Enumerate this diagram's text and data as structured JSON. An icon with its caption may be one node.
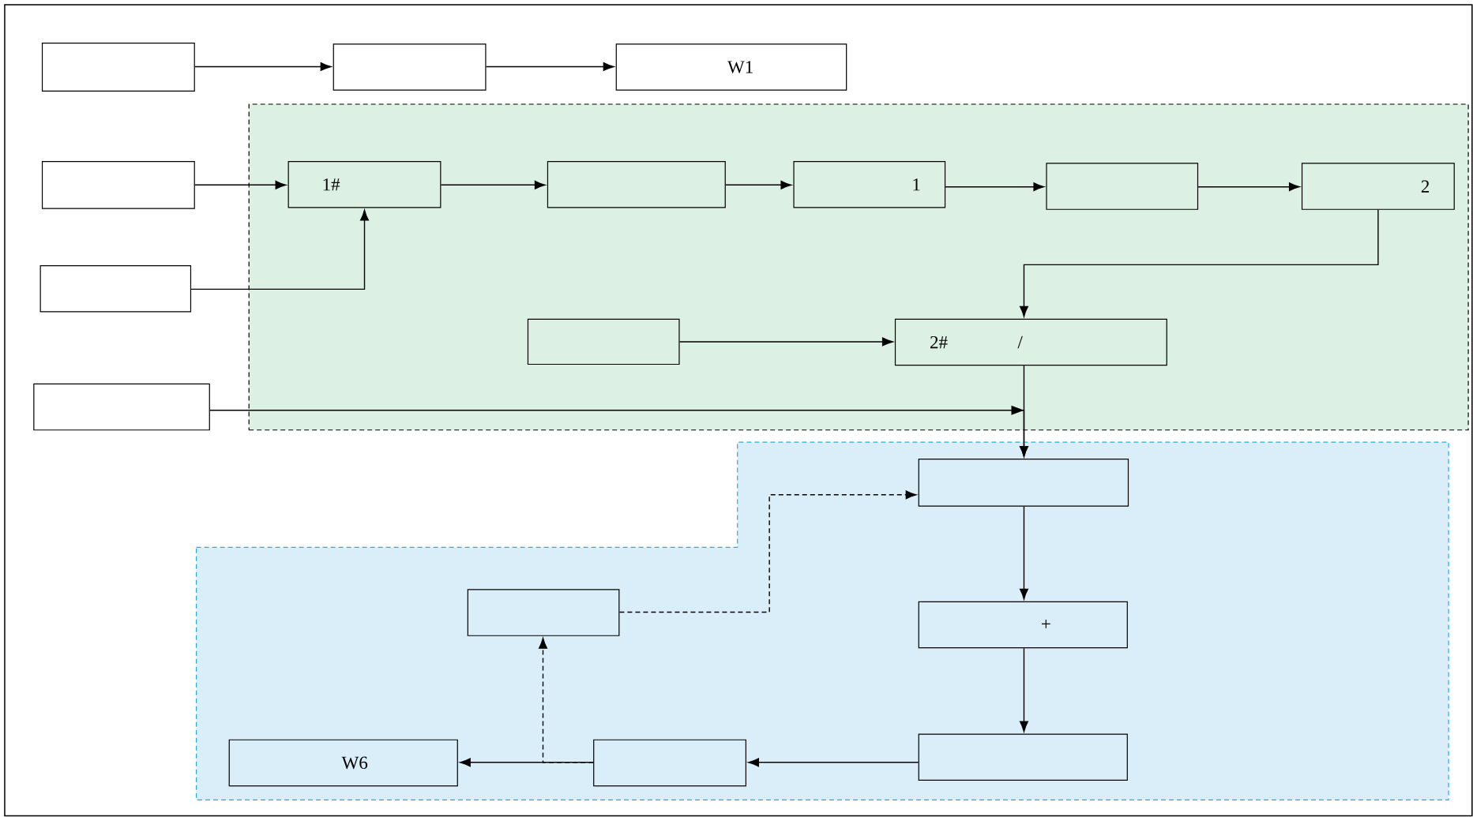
{
  "diagram": {
    "nodes": [
      {
        "text": [],
        "shape": "box"
      },
      {
        "text": [],
        "shape": "box"
      },
      {
        "text": [
          "W1"
        ]
      },
      {
        "text": [],
        "shape": "box"
      },
      {
        "text": [],
        "shape": "box"
      },
      {
        "text": [
          "1#"
        ],
        "in": 3
      },
      {
        "text": [],
        "shape": "box",
        "in": 3
      },
      {
        "text": [
          "1"
        ],
        "in": 3
      },
      {
        "text": [],
        "shape": "box",
        "in": 3
      },
      {
        "text": [
          "2"
        ],
        "in": 3
      },
      {
        "text": [],
        "shape": "box"
      },
      {
        "text": [],
        "shape": "box",
        "in": 3
      },
      {
        "text": [
          "2#",
          "/"
        ],
        "in": 3
      },
      {
        "text": [],
        "shape": "box"
      },
      {
        "text": [],
        "shape": "box"
      },
      {
        "text": [],
        "shape": "box",
        "in": 14
      },
      {
        "text": [],
        "shape": "box",
        "in": 14
      },
      {
        "text": [
          "+"
        ],
        "in": 14
      },
      {
        "text": [
          "W6"
        ],
        "in": 14
      },
      {
        "text": [],
        "shape": "box",
        "in": 14
      },
      {
        "text": [],
        "shape": "box",
        "in": 14
      }
    ],
    "edges": [
      {
        "from": 0,
        "to": 1,
        "arrow": "to"
      },
      {
        "from": 1,
        "to": 2,
        "arrow": "to"
      },
      {
        "from": 4,
        "to": 5,
        "arrow": "to"
      },
      {
        "from": 10,
        "to": 5,
        "arrow": "to"
      },
      {
        "from": 5,
        "to": 6,
        "arrow": "to"
      },
      {
        "from": 6,
        "to": 7,
        "arrow": "to"
      },
      {
        "from": 7,
        "to": 8,
        "arrow": "to"
      },
      {
        "from": 8,
        "to": 9,
        "arrow": "to"
      },
      {
        "from": 9,
        "to": 12,
        "arrow": "to"
      },
      {
        "from": 11,
        "to": 12,
        "arrow": "to"
      },
      {
        "from": 12,
        "to": 15,
        "arrow": "to"
      },
      {
        "from": 13,
        "to": 15,
        "arrow": "to"
      },
      {
        "from": 15,
        "to": 17,
        "arrow": "to"
      },
      {
        "from": 17,
        "to": 20,
        "arrow": "to"
      },
      {
        "from": 20,
        "to": 19,
        "arrow": "to"
      },
      {
        "from": 19,
        "to": 18,
        "arrow": "to"
      },
      {
        "from": 19,
        "to": 16,
        "arrow": "to",
        "style": "dashed"
      },
      {
        "from": 16,
        "to": 15,
        "arrow": "to",
        "style": "dashed"
      }
    ]
  }
}
